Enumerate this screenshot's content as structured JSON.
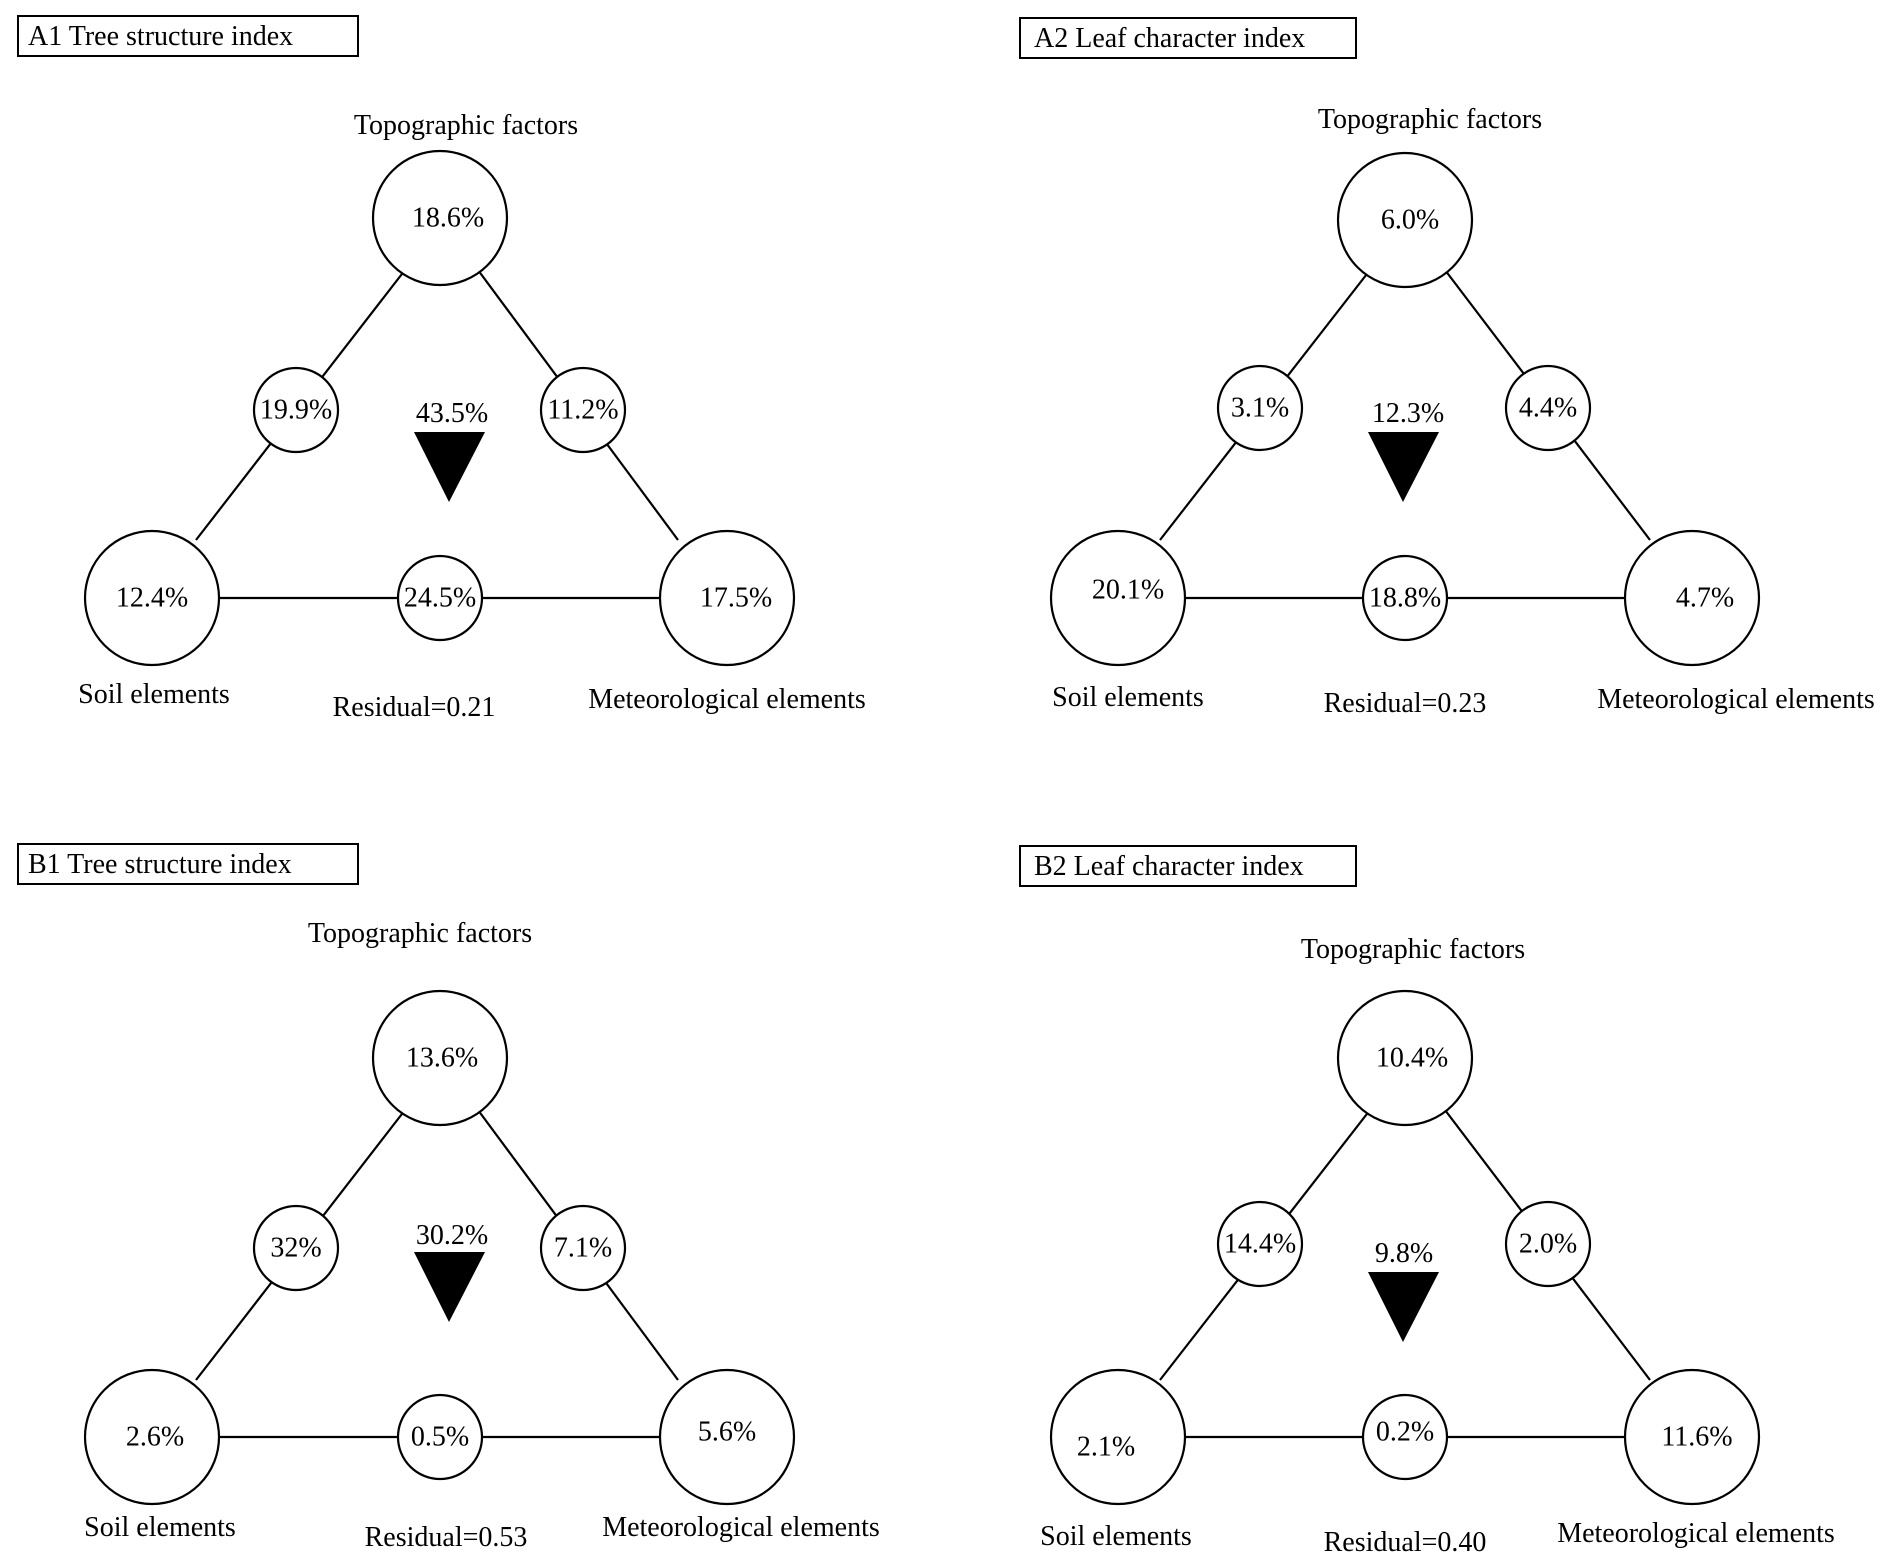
{
  "panels": [
    {
      "id": "A1",
      "title": "A1 Tree structure index",
      "top": {
        "label": "Topographic factors",
        "value": "18.6%"
      },
      "soil": {
        "label": "Soil elements",
        "value": "12.4%"
      },
      "meteo": {
        "label": "Meteorological elements",
        "value": "17.5%"
      },
      "topo_soil": "19.9%",
      "topo_meteo": "11.2%",
      "soil_meteo": "24.5%",
      "all_three": "43.5%",
      "residual": "Residual=0.21"
    },
    {
      "id": "A2",
      "title": "A2 Leaf character index",
      "top": {
        "label": "Topographic factors",
        "value": "6.0%"
      },
      "soil": {
        "label": "Soil elements",
        "value": "20.1%"
      },
      "meteo": {
        "label": "Meteorological elements",
        "value": "4.7%"
      },
      "topo_soil": "3.1%",
      "topo_meteo": "4.4%",
      "soil_meteo": "18.8%",
      "all_three": "12.3%",
      "residual": "Residual=0.23"
    },
    {
      "id": "B1",
      "title": "B1 Tree structure index",
      "top": {
        "label": "Topographic factors",
        "value": "13.6%"
      },
      "soil": {
        "label": "Soil elements",
        "value": "2.6%"
      },
      "meteo": {
        "label": "Meteorological elements",
        "value": "5.6%"
      },
      "topo_soil": "32%",
      "topo_meteo": "7.1%",
      "soil_meteo": "0.5%",
      "all_three": "30.2%",
      "residual": "Residual=0.53"
    },
    {
      "id": "B2",
      "title": "B2 Leaf character index",
      "top": {
        "label": "Topographic factors",
        "value": "10.4%"
      },
      "soil": {
        "label": "Soil elements",
        "value": "2.1%"
      },
      "meteo": {
        "label": "Meteorological elements",
        "value": "11.6%"
      },
      "topo_soil": "14.4%",
      "topo_meteo": "2.0%",
      "soil_meteo": "0.2%",
      "all_three": "9.8%",
      "residual": "Residual=0.40"
    }
  ]
}
